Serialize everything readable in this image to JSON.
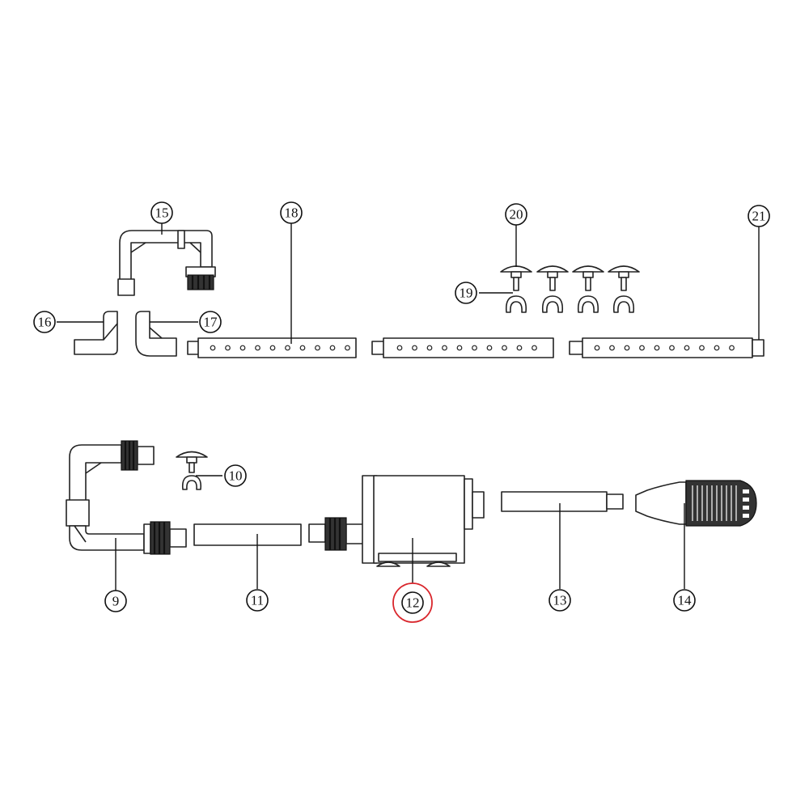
{
  "callouts": {
    "c9": "9",
    "c10": "10",
    "c11": "11",
    "c12": "12",
    "c13": "13",
    "c14": "14",
    "c15": "15",
    "c16": "16",
    "c17": "17",
    "c18": "18",
    "c19": "19",
    "c20": "20",
    "c21": "21"
  },
  "highlight_color": "#d9262c",
  "highlighted_callout": "12"
}
